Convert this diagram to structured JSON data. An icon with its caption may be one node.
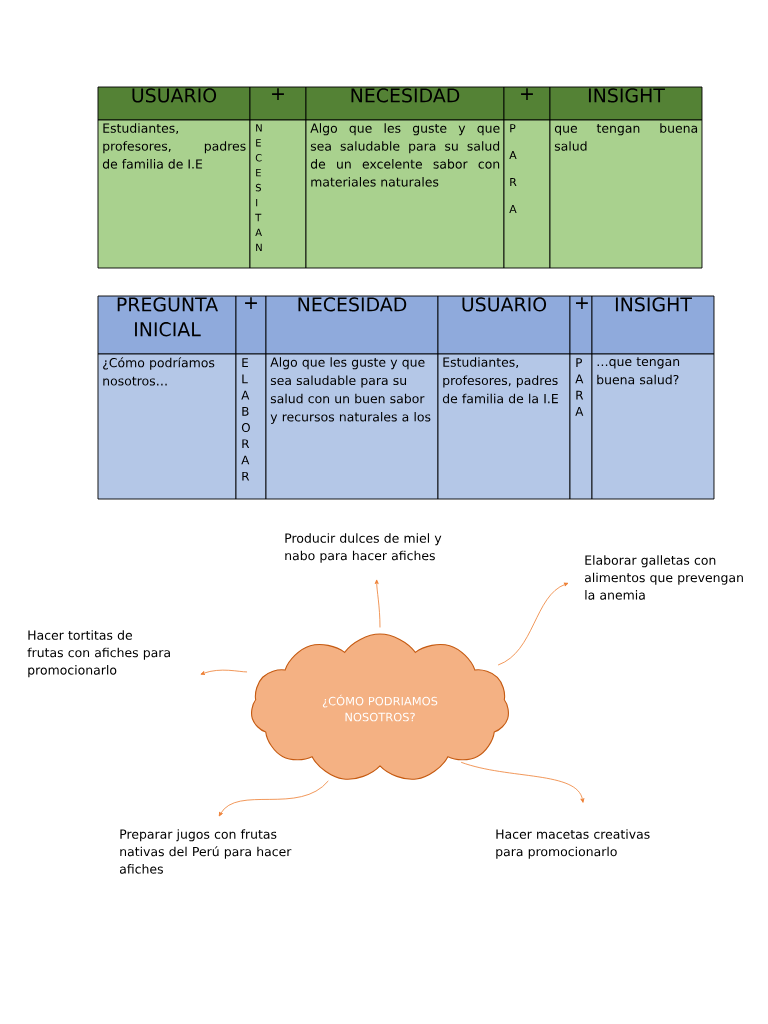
{
  "diagram": {
    "nodes": [
      {
        "text": [
          "Producir dulces de miel y nabo para hacer afiches"
        ]
      },
      {
        "text": [
          "Elaborar galletas con alimentos que prevengan la anemia"
        ]
      },
      {
        "text": [
          "Hacer tortitas de frutas con afiches para promocionarlo"
        ]
      },
      {
        "text": [
          "¿CÓMO PODRIAMOS NOSOTROS?"
        ]
      },
      {
        "text": [
          "Preparar jugos con frutas nativas del Perú para hacer afiches"
        ]
      },
      {
        "text": [
          "Hacer macetas creativas para promocionarlo"
        ]
      }
    ],
    "edges": [
      {
        "from": 3,
        "to": 0,
        "arrow": "to"
      },
      {
        "from": 3,
        "to": 1,
        "arrow": "to"
      },
      {
        "from": 3,
        "to": 2,
        "arrow": "to"
      },
      {
        "from": 3,
        "to": 4,
        "arrow": "to"
      },
      {
        "from": 3,
        "to": 5,
        "arrow": "to"
      }
    ],
    "labels": [
      "USUARIO",
      "+",
      "NECESIDAD",
      "+",
      "INSIGHT",
      "Estudiantes, profesores, padres de familia de I.E",
      "N E C E S I T A N",
      "Algo que les guste y que sea saludable para su salud de un excelente sabor con materiales naturales",
      "P A R A",
      "que tengan buena salud",
      "PREGUNTA INICIAL",
      "+",
      "NECESIDAD",
      "USUARIO",
      "+",
      "INSIGHT",
      "¿Cómo podríamos nosotros…",
      "E L A B O R A R",
      "Algo que les guste y que sea saludable para su salud con un buen sabor y recursos naturales a los",
      "Estudiantes, profesores, padres de familia de la I.E",
      "P A R A",
      "…que tengan buena salud?"
    ]
  }
}
